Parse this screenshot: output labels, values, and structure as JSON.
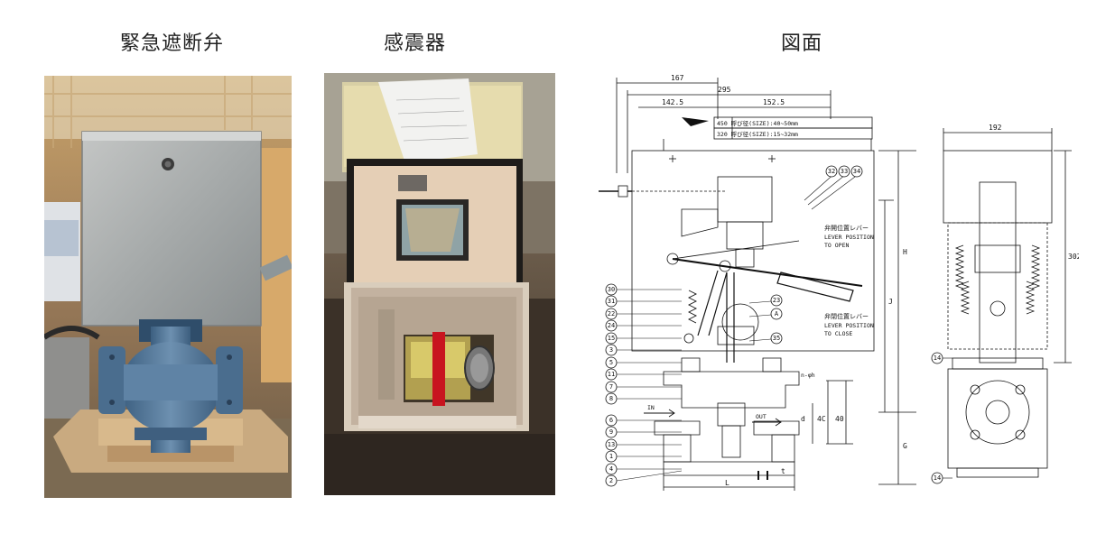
{
  "captions": {
    "valve": "緊急遮断弁",
    "sensor": "感震器",
    "drawing": "図面"
  },
  "drawing": {
    "dims": {
      "d167": "167",
      "d295": "295",
      "d1425": "142.5",
      "d1525": "152.5",
      "d192": "192",
      "d302": "302",
      "H": "H",
      "J": "J",
      "G": "G",
      "L": "L",
      "d40": "40",
      "d4c": "4C",
      "d4": "d",
      "nh": "n-φh",
      "t": "t"
    },
    "size_notes": {
      "row1": "450  呼び径(SIZE):40~50mm",
      "row2": "320  呼び径(SIZE):15~32mm"
    },
    "lever_open": {
      "jp": "弁開位置レバー",
      "en1": "LEVER POSITION",
      "en2": "TO OPEN"
    },
    "lever_close": {
      "jp": "弁閉位置レバー",
      "en1": "LEVER POSITION",
      "en2": "TO CLOSE"
    },
    "flow": {
      "in": "IN",
      "out": "OUT"
    },
    "parts_left": [
      "30",
      "31",
      "22",
      "24",
      "15",
      "3",
      "5",
      "11",
      "7",
      "8",
      "6",
      "9",
      "13",
      "1",
      "4",
      "2"
    ],
    "parts_top": [
      "32",
      "33",
      "34"
    ],
    "parts_mid": [
      "23",
      "A",
      "35"
    ],
    "parts_side": [
      "14",
      "14"
    ]
  }
}
